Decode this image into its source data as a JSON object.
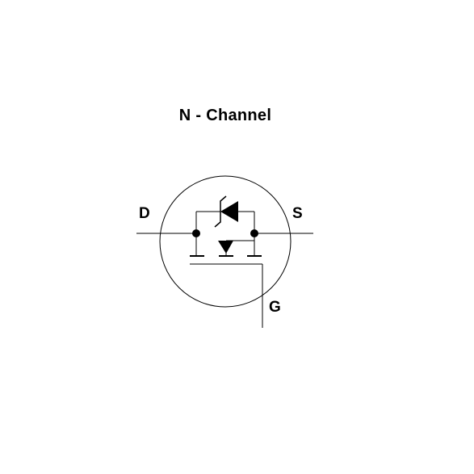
{
  "diagram": {
    "title": "N - Channel",
    "pins": {
      "drain": "D",
      "source": "S",
      "gate": "G"
    },
    "colors": {
      "ink": "#000000",
      "background": "#ffffff"
    }
  }
}
